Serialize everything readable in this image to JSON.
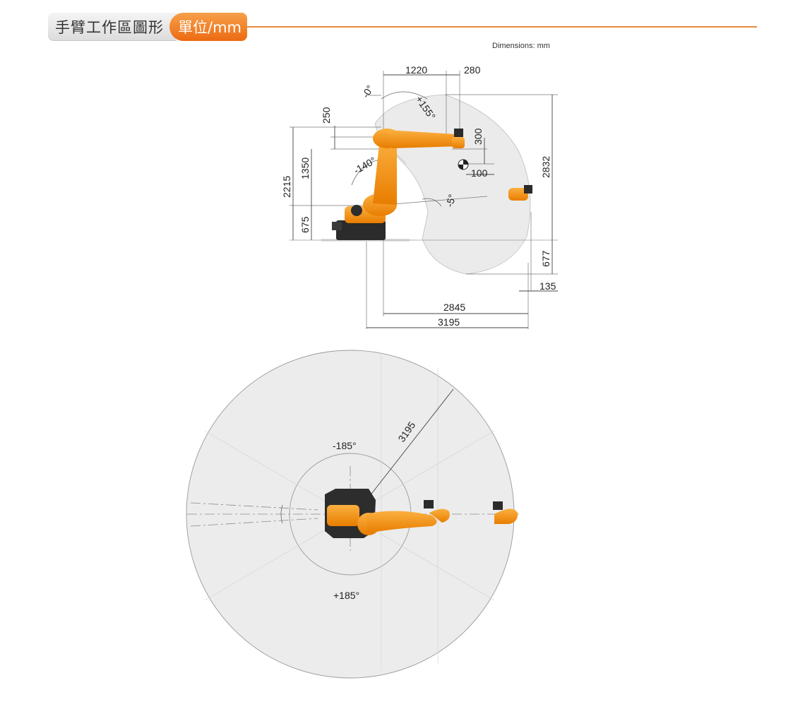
{
  "header": {
    "title": "手臂工作區圖形",
    "unit": "單位/mm"
  },
  "note": "Dimensions: mm",
  "side_view": {
    "top_dims": [
      "1220",
      "280"
    ],
    "angles": [
      "-0°",
      "+155°",
      "-140°",
      "-5°"
    ],
    "left_dims": [
      "250",
      "1350",
      "2215",
      "675"
    ],
    "inner_dims": [
      "300",
      "100"
    ],
    "right_dims": [
      "2832",
      "677",
      "135"
    ],
    "bottom_dims": [
      "2845",
      "3195"
    ]
  },
  "top_view": {
    "radius": "3195",
    "angle_neg": "-185°",
    "angle_pos": "+185°"
  },
  "colors": {
    "accent": "#ec6a12",
    "robot": "#f39200",
    "workspace": "#ebebeb"
  }
}
